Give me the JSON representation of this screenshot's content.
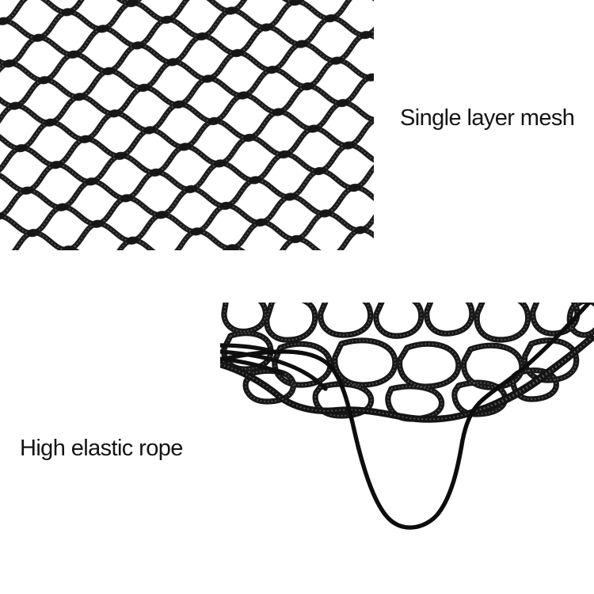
{
  "labels": {
    "mesh": "Single layer mesh",
    "rope": "High elastic rope"
  },
  "images": {
    "mesh_photo": "single-layer-mesh-net-closeup",
    "rope_photo": "loose-net-edge-with-elastic-rope-loop"
  },
  "colors": {
    "background": "#ffffff",
    "net_cord": "#1b1b1b",
    "rope": "#0d0d0d",
    "text": "#141414"
  }
}
